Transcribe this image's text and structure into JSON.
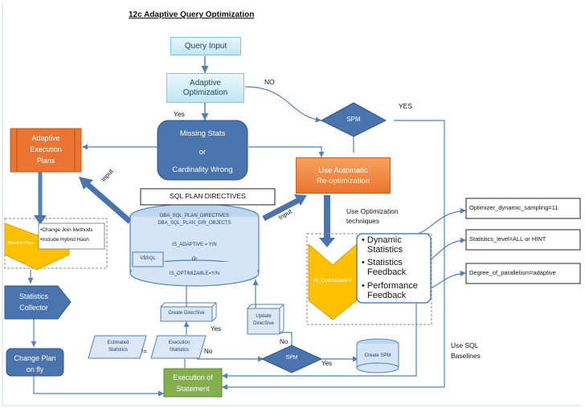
{
  "title": "12c Adaptive Query Optimization",
  "nodes": {
    "query_input": "Query Input",
    "adaptive_opt_1": "Adaptive",
    "adaptive_opt_2": "Optimization",
    "missing_stats_1": "Missing Stats",
    "missing_stats_2": "or",
    "missing_stats_3": "Cardinality  Wrong",
    "adaptive_plans_1": "Adaptive",
    "adaptive_plans_2": "Execution",
    "adaptive_plans_3": "Plans",
    "use_auto_1": "Use Automatic",
    "use_auto_2": "Re-optimization",
    "spm_top": "SPM",
    "spm_bottom": "SPM",
    "sql_plan_directives": "SQL PLAN  DIRECTIVES",
    "dba_1": "DBA_SQL_PLAN_DIRECTIVES",
    "dba_2": "DBA_SQL_PLAN_DIR_OBJECTS",
    "is_adaptive": "IS_ADAPTIVE    = Y/N",
    "or": "Or",
    "is_optimizable": "IS_OPTIMIZABLE=Y/N",
    "v_sql": "V$SQL",
    "adaptive_plans_small": "Adaptive Plans",
    "change_join": "Change Join  Methods",
    "include_hybrid": "Include  Hybrid Hash",
    "statistics_collector_1": "Statistics",
    "statistics_collector_2": "Collector",
    "change_plan_1": "Change Plan",
    "change_plan_2": "on fly",
    "create_dirs": "Create  DirecSive",
    "update_dirs_1": "Update",
    "update_dirs_2": "DirecSive",
    "estimated_1": "Estimated",
    "estimated_2": "Statistics",
    "execution_stats_1": "Execution",
    "execution_stats_2": "Statistics",
    "create_spm": "Create  SPM",
    "execution_of_statement_1": "Execution  of",
    "execution_of_statement_2": "Statement",
    "is_optimizable_y": "IS_OptimizableY",
    "use_opt_1": "Use Optimization",
    "use_opt_2": "techniques",
    "tech_1": "Dynamic",
    "tech_1b": "Statistics",
    "tech_2": "Statistics",
    "tech_2b": "Feedback",
    "tech_3": "Performance",
    "tech_3b": "Feedback",
    "param_1": "Optimizer_dynamic_sampling=11",
    "param_2": "Statistics_level=ALL or HINT",
    "param_3": "Degree_of_parallelism=adaptive",
    "use_sql_1": "Use SQL",
    "use_sql_2": "Baselines"
  },
  "labels": {
    "no_top": "NO",
    "yes_top": "YES",
    "yes_left": "Yes",
    "input_left": "Input",
    "input_right": "Input",
    "yes_create": "Yes",
    "no_update": "No",
    "neq": "!=",
    "no_exec": "No",
    "yes_spm": "Yes"
  },
  "colors": {
    "light_blue": "#bfe6f4",
    "steel_blue": "#4a74ad",
    "orange": "#ea7430",
    "yellow": "#ffc000",
    "green": "#83b04d",
    "line": "#4f81bd"
  }
}
